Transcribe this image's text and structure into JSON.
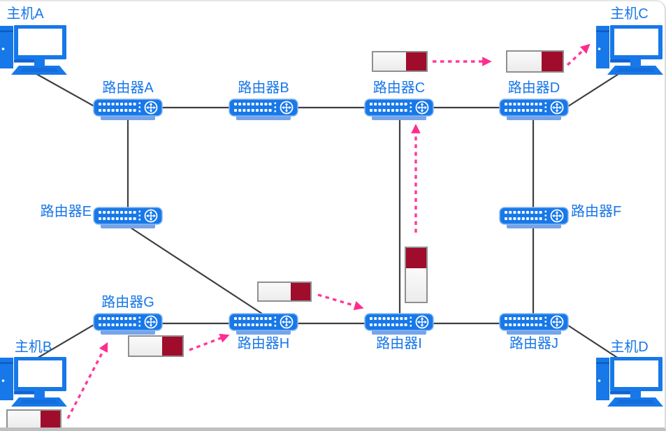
{
  "diagram_title": "packet-switching-network",
  "colors": {
    "node_blue": "#1778E9",
    "label_blue": "#1877E8",
    "packet_red": "#A00C2C",
    "packet_body": "#F4F4F4",
    "packet_border": "#8F8F8F",
    "arrow_pink": "#FF3A99",
    "link_line": "#3F3F3F"
  },
  "nodes": {
    "host_a": {
      "label": "主机A",
      "type": "host"
    },
    "host_b": {
      "label": "主机B",
      "type": "host"
    },
    "host_c": {
      "label": "主机C",
      "type": "host"
    },
    "host_d": {
      "label": "主机D",
      "type": "host"
    },
    "router_a": {
      "label": "路由器A",
      "type": "router"
    },
    "router_b": {
      "label": "路由器B",
      "type": "router"
    },
    "router_c": {
      "label": "路由器C",
      "type": "router"
    },
    "router_d": {
      "label": "路由器D",
      "type": "router"
    },
    "router_e": {
      "label": "路由器E",
      "type": "router"
    },
    "router_f": {
      "label": "路由器F",
      "type": "router"
    },
    "router_g": {
      "label": "路由器G",
      "type": "router"
    },
    "router_h": {
      "label": "路由器H",
      "type": "router"
    },
    "router_i": {
      "label": "路由器I",
      "type": "router"
    },
    "router_j": {
      "label": "路由器J",
      "type": "router"
    }
  },
  "links": [
    {
      "from": "主机A",
      "to": "路由器A"
    },
    {
      "from": "路由器A",
      "to": "路由器B"
    },
    {
      "from": "路由器B",
      "to": "路由器C"
    },
    {
      "from": "路由器C",
      "to": "路由器D"
    },
    {
      "from": "路由器D",
      "to": "主机C"
    },
    {
      "from": "路由器A",
      "to": "路由器E"
    },
    {
      "from": "路由器E",
      "to": "路由器H"
    },
    {
      "from": "路由器C",
      "to": "路由器I"
    },
    {
      "from": "路由器D",
      "to": "路由器F"
    },
    {
      "from": "路由器F",
      "to": "路由器J"
    },
    {
      "from": "主机B",
      "to": "路由器G"
    },
    {
      "from": "路由器G",
      "to": "路由器H"
    },
    {
      "from": "路由器H",
      "to": "路由器I"
    },
    {
      "from": "路由器I",
      "to": "路由器J"
    },
    {
      "from": "路由器J",
      "to": "主机D"
    }
  ],
  "packets": [
    {
      "id": "packet-at-host-b",
      "orientation": "horizontal",
      "moving_to": "路由器G"
    },
    {
      "id": "packet-between-g-h",
      "orientation": "horizontal",
      "moving_to": "路由器H"
    },
    {
      "id": "packet-above-h",
      "orientation": "horizontal",
      "moving_to": "路由器I"
    },
    {
      "id": "packet-above-i",
      "orientation": "vertical",
      "moving_to": "路由器C"
    },
    {
      "id": "packet-above-c",
      "orientation": "horizontal",
      "moving_to": "路由器D"
    },
    {
      "id": "packet-above-d",
      "orientation": "horizontal",
      "moving_to": "主机C"
    }
  ]
}
